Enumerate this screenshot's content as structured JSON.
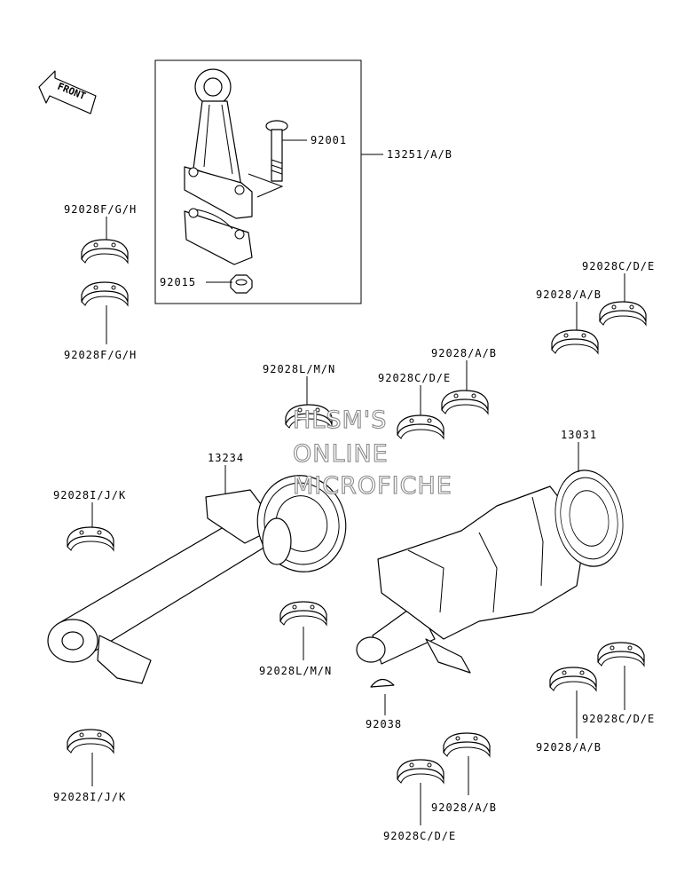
{
  "front_label": "FRONT",
  "watermark": [
    "HLSM'S",
    "ONLINE",
    "MICROFICHE"
  ],
  "labels": {
    "p13251": "13251/A/B",
    "p92001": "92001",
    "p92015": "92015",
    "p92028fgh_top": "92028F/G/H",
    "p92028fgh_bot": "92028F/G/H",
    "p92028cde_tr": "92028C/D/E",
    "p92028ab_tr": "92028/A/B",
    "p92028ab_mid": "92028/A/B",
    "p92028cde_mid": "92028C/D/E",
    "p92028lmn_top": "92028L/M/N",
    "p13234": "13234",
    "p13031": "13031",
    "p92028ijk_top": "92028I/J/K",
    "p92028lmn_bot": "92028L/M/N",
    "p92038": "92038",
    "p92028cde_br": "92028C/D/E",
    "p92028ab_br": "92028/A/B",
    "p92028ijk_bot": "92028I/J/K",
    "p92028ab_bot": "92028/A/B",
    "p92028cde_bot": "92028C/D/E"
  }
}
